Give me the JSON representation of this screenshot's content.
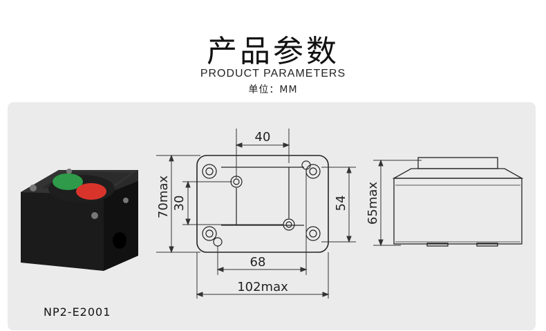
{
  "header": {
    "title_cn": "产品参数",
    "title_en": "PRODUCT PARAMETERS",
    "unit": "单位：MM"
  },
  "product": {
    "model": "NP2-E2001"
  },
  "dimensions": {
    "top_width": "40",
    "height_max": "70max",
    "hole_spacing_v": "30",
    "hole_spacing_h": "68",
    "width_max": "102max",
    "inner_height": "54",
    "depth_max": "65max"
  },
  "colors": {
    "button_green": "#2e9a4a",
    "button_red": "#d9342b"
  }
}
